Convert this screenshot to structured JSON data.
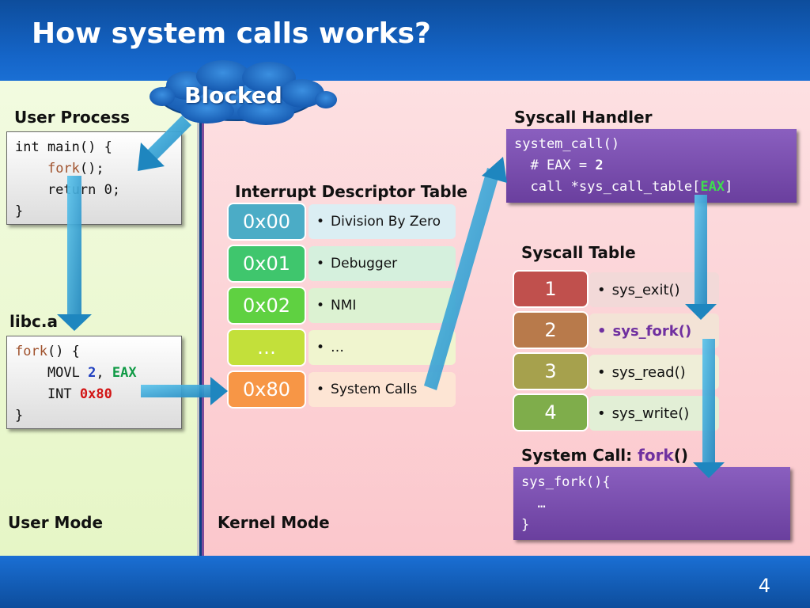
{
  "title": "How system calls works?",
  "page_number": "4",
  "regions": {
    "user_mode": "User Mode",
    "kernel_mode": "Kernel Mode"
  },
  "cloud": {
    "label": "Blocked"
  },
  "user_process": {
    "heading": "User Process",
    "lines": [
      {
        "pre": "int main() {",
        "kw": "",
        "post": ""
      },
      {
        "pre": "    ",
        "kw": "fork",
        "post": "();"
      },
      {
        "pre": "    return 0;",
        "kw": "",
        "post": ""
      },
      {
        "pre": "}",
        "kw": "",
        "post": ""
      }
    ]
  },
  "libc": {
    "heading": "libc.a",
    "line1_kw": "fork",
    "line1_rest": "() {",
    "line2_pre": "    MOVL ",
    "line2_num": "2",
    "line2_sep": ", ",
    "line2_reg": "EAX",
    "line3_pre": "    INT ",
    "line3_hex": "0x80",
    "line4": "}"
  },
  "idt": {
    "heading": "Interrupt Descriptor Table",
    "rows": [
      {
        "key": "0x00",
        "value": "Division By Zero",
        "color": "#4bacc6",
        "bg": "#dbeef3"
      },
      {
        "key": "0x01",
        "value": "Debugger",
        "color": "#3fc66d",
        "bg": "#d5f0dd"
      },
      {
        "key": "0x02",
        "value": "NMI",
        "color": "#5fd141",
        "bg": "#dcf2d2"
      },
      {
        "key": "…",
        "value": "…",
        "color": "#c3e03a",
        "bg": "#f0f5cf"
      },
      {
        "key": "0x80",
        "value": "System Calls",
        "color": "#f79646",
        "bg": "#fde5d4"
      }
    ]
  },
  "syscall_handler": {
    "heading": "Syscall Handler",
    "line1": "system_call()",
    "line2_pre": "  # EAX = ",
    "line2_num": "2",
    "line3_pre": "  call *sys_call_table[",
    "line3_reg": "EAX",
    "line3_post": "]"
  },
  "syscall_table": {
    "heading": "Syscall Table",
    "rows": [
      {
        "key": "1",
        "value": "sys_exit()",
        "color": "#c0504d",
        "bg": "#f2d9d8",
        "highlight": false
      },
      {
        "key": "2",
        "value": "sys_fork()",
        "color": "#b87a4b",
        "bg": "#f3e3d6",
        "highlight": true
      },
      {
        "key": "3",
        "value": "sys_read()",
        "color": "#a6a14d",
        "bg": "#efeed8",
        "highlight": false
      },
      {
        "key": "4",
        "value": "sys_write()",
        "color": "#7fad4b",
        "bg": "#e2efd6",
        "highlight": false
      }
    ]
  },
  "system_call_fork": {
    "heading_pre": "System Call: ",
    "heading_kw": "fork",
    "heading_post": "()",
    "line1": "sys_fork(){",
    "line2": "  …",
    "line3": "}"
  },
  "colors": {
    "title_bg": "#1565c8",
    "fork_highlight": "#7030a0",
    "arrow": "#2a9fd0"
  }
}
